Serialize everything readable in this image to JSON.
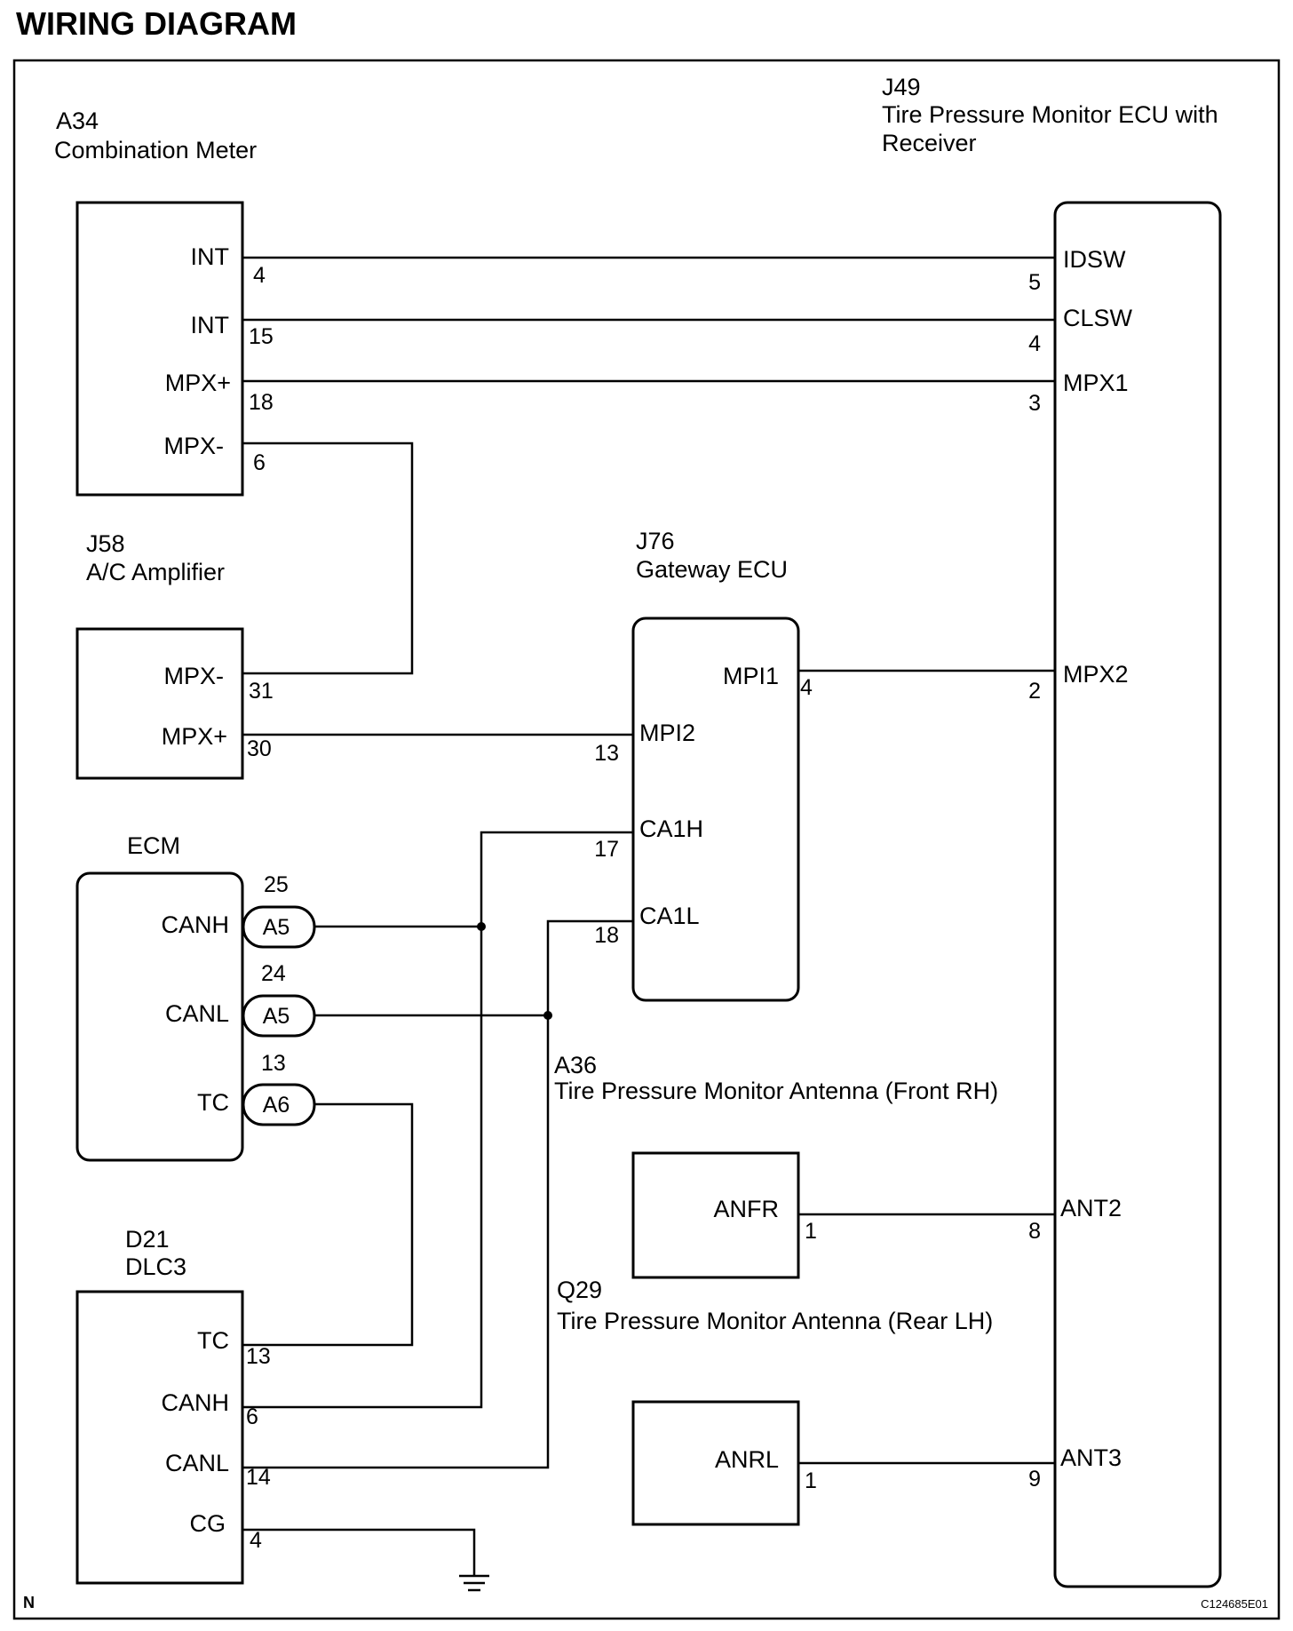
{
  "heading": "WIRING DIAGRAM",
  "components": {
    "a34": {
      "id": "A34",
      "name": "Combination Meter"
    },
    "j49": {
      "id": "J49",
      "name_line1": "Tire Pressure Monitor ECU with",
      "name_line2": "Receiver"
    },
    "j58": {
      "id": "J58",
      "name": "A/C Amplifier"
    },
    "j76": {
      "id": "J76",
      "name": "Gateway ECU"
    },
    "ecm": {
      "name": "ECM"
    },
    "d21": {
      "id": "D21",
      "name": "DLC3"
    },
    "a36": {
      "id": "A36",
      "name": "Tire Pressure Monitor Antenna (Front RH)"
    },
    "q29": {
      "id": "Q29",
      "name": "Tire Pressure Monitor Antenna (Rear LH)"
    }
  },
  "terminals": {
    "a34": [
      {
        "name": "INT",
        "pin": "4"
      },
      {
        "name": "INT",
        "pin": "15"
      },
      {
        "name": "MPX+",
        "pin": "18"
      },
      {
        "name": "MPX-",
        "pin": "6"
      }
    ],
    "j49": [
      {
        "name": "IDSW",
        "pin": "5"
      },
      {
        "name": "CLSW",
        "pin": "4"
      },
      {
        "name": "MPX1",
        "pin": "3"
      },
      {
        "name": "MPX2",
        "pin": "2"
      },
      {
        "name": "ANT2",
        "pin": "8"
      },
      {
        "name": "ANT3",
        "pin": "9"
      }
    ],
    "j58": [
      {
        "name": "MPX-",
        "pin": "31"
      },
      {
        "name": "MPX+",
        "pin": "30"
      }
    ],
    "j76": [
      {
        "name": "MPI1",
        "pin": "4"
      },
      {
        "name": "MPI2",
        "pin": "13"
      },
      {
        "name": "CA1H",
        "pin": "17"
      },
      {
        "name": "CA1L",
        "pin": "18"
      }
    ],
    "ecm": [
      {
        "name": "CANH",
        "pin": "25",
        "connector": "A5"
      },
      {
        "name": "CANL",
        "pin": "24",
        "connector": "A5"
      },
      {
        "name": "TC",
        "pin": "13",
        "connector": "A6"
      }
    ],
    "d21": [
      {
        "name": "TC",
        "pin": "13"
      },
      {
        "name": "CANH",
        "pin": "6"
      },
      {
        "name": "CANL",
        "pin": "14"
      },
      {
        "name": "CG",
        "pin": "4"
      }
    ],
    "a36": [
      {
        "name": "ANFR",
        "pin": "1"
      }
    ],
    "q29": [
      {
        "name": "ANRL",
        "pin": "1"
      }
    ]
  },
  "footer": {
    "corner_mark": "N",
    "figure_code": "C124685E01"
  }
}
